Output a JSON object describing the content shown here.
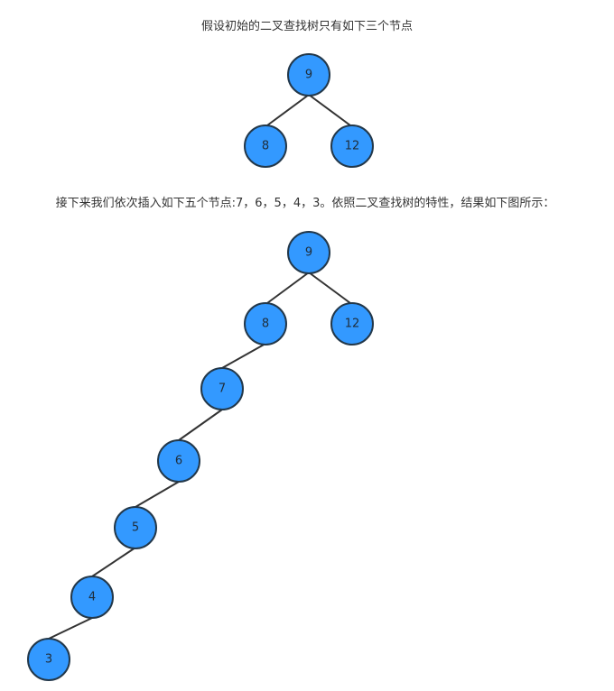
{
  "captions": {
    "initial": "假设初始的二叉查找树只有如下三个节点",
    "after_insert": "接下来我们依次插入如下五个节点:7，6，5，4，3。依照二叉查找树的特性，结果如下图所示："
  },
  "diagrams": {
    "initial_tree": {
      "nodes": [
        "9",
        "8",
        "12"
      ],
      "edges": [
        [
          "9",
          "8"
        ],
        [
          "9",
          "12"
        ]
      ]
    },
    "result_tree": {
      "nodes": [
        "9",
        "8",
        "12",
        "7",
        "6",
        "5",
        "4",
        "3"
      ],
      "edges": [
        [
          "9",
          "8"
        ],
        [
          "9",
          "12"
        ],
        [
          "8",
          "7"
        ],
        [
          "7",
          "6"
        ],
        [
          "6",
          "5"
        ],
        [
          "5",
          "4"
        ],
        [
          "4",
          "3"
        ]
      ]
    }
  },
  "colors": {
    "node_fill": "#3399ff",
    "node_stroke": "#23384a",
    "edge": "#333333",
    "text": "#333333"
  }
}
